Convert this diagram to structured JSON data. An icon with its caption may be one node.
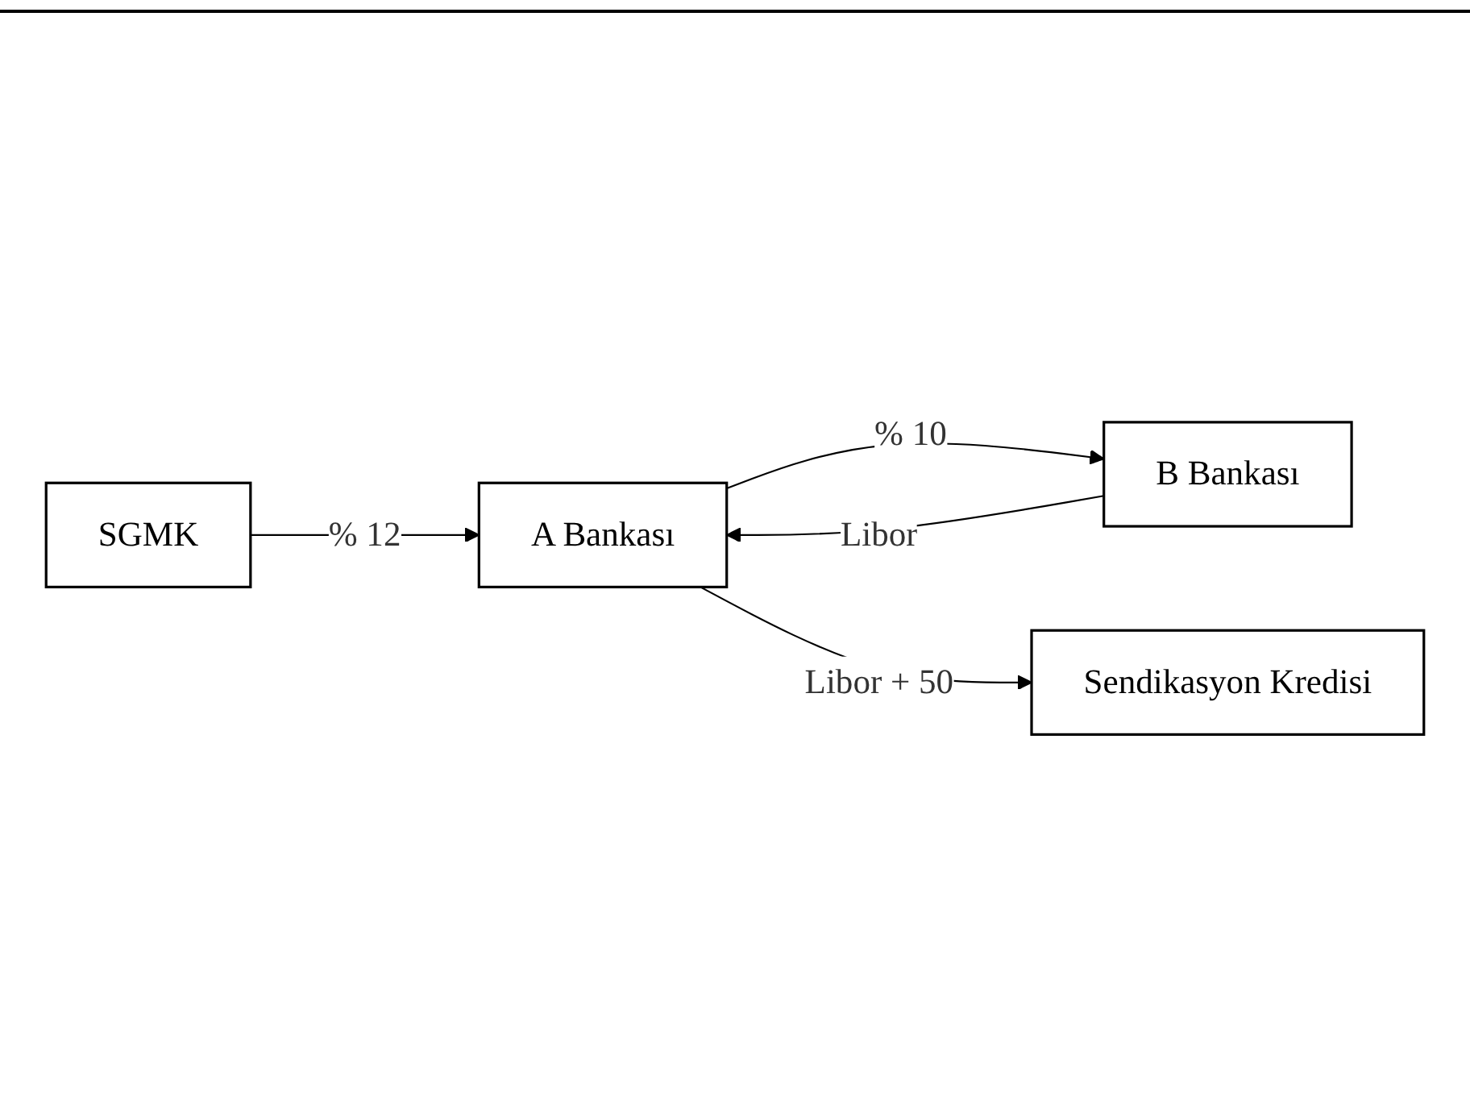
{
  "diagram": {
    "nodes": [
      {
        "text": [
          "SGMK"
        ]
      },
      {
        "text": [
          "A Bankası"
        ]
      },
      {
        "text": [
          "B Bankası"
        ]
      },
      {
        "text": [
          "Sendikasyon Kredisi"
        ]
      }
    ],
    "edges": [
      {
        "from": 0,
        "to": 1,
        "arrow": "to",
        "label": "% 12"
      },
      {
        "from": 1,
        "to": 2,
        "arrow": "to",
        "label": "% 10"
      },
      {
        "from": 2,
        "to": 1,
        "arrow": "to",
        "label": "Libor"
      },
      {
        "from": 1,
        "to": 3,
        "arrow": "to",
        "label": "Libor + 50"
      }
    ]
  }
}
